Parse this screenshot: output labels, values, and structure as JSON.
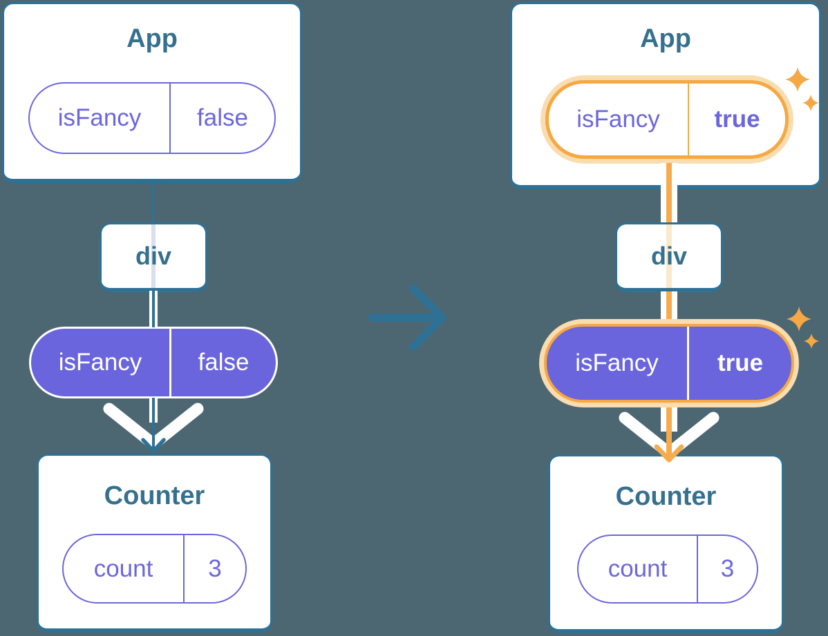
{
  "colors": {
    "background": "#4C6771",
    "card_fill": "#FFFFFF",
    "blue_accent": "#2F7195",
    "title_text": "#35708E",
    "purple_fill": "#6A65DC",
    "purple_text": "#6B66DF",
    "orange_highlight": "#F5A843",
    "orange_glow": "#F9DDB0"
  },
  "before": {
    "app": {
      "title": "App",
      "prop_name": "isFancy",
      "prop_value": "false"
    },
    "div_node": {
      "label": "div"
    },
    "passed_prop": {
      "name": "isFancy",
      "value": "false"
    },
    "counter": {
      "title": "Counter",
      "state_name": "count",
      "state_value": "3"
    }
  },
  "after": {
    "app": {
      "title": "App",
      "prop_name": "isFancy",
      "prop_value": "true"
    },
    "div_node": {
      "label": "div"
    },
    "passed_prop": {
      "name": "isFancy",
      "value": "true"
    },
    "counter": {
      "title": "Counter",
      "state_name": "count",
      "state_value": "3"
    }
  },
  "icons": {
    "transition": "right-arrow",
    "highlight": "sparkles",
    "flow": "down-arrow"
  }
}
